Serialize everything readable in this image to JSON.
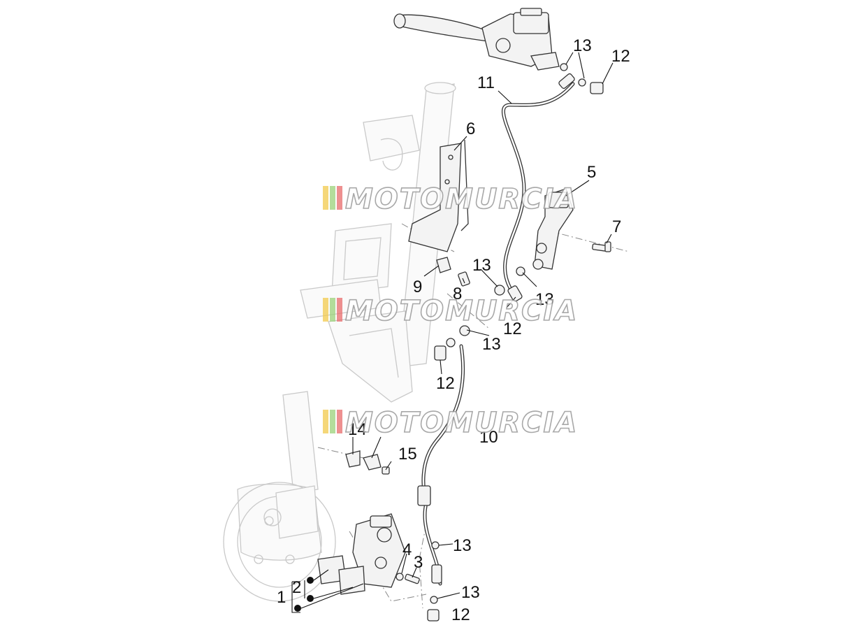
{
  "watermark": {
    "text": "MOTOMURCIA",
    "stripe_colors": [
      "#f2c94c",
      "#9bd17a",
      "#e86b6b"
    ]
  },
  "callouts": {
    "c1": "1",
    "c2": "2",
    "c3": "3",
    "c4": "4",
    "c5": "5",
    "c6": "6",
    "c7": "7",
    "c8": "8",
    "c9": "9",
    "c10": "10",
    "c11": "11",
    "c12_top": "12",
    "c12_mid": "12",
    "c12_left": "12",
    "c12_bottom": "12",
    "c13_top": "13",
    "c13_mid_a": "13",
    "c13_mid_b": "13",
    "c13_mid_c": "13",
    "c13_low_a": "13",
    "c13_low_b": "13",
    "c14": "14",
    "c15": "15"
  }
}
